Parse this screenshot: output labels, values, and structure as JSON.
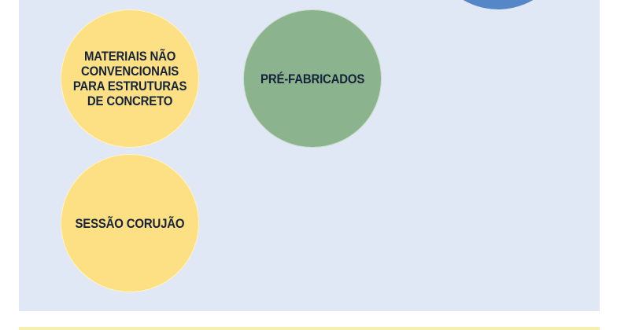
{
  "topics": [
    {
      "label": "MATERIAIS NÃO\nCONVENCIONAIS\nPARA ESTRUTURAS\nDE CONCRETO",
      "color": "#fee084"
    },
    {
      "label": "PRÉ-FABRICADOS",
      "color": "#8bb38d"
    },
    {
      "label": "SESSÃO CORUJÃO",
      "color": "#fee084"
    }
  ],
  "colors": {
    "panel": "#e1e8f5",
    "blue_topic": "#5587c8",
    "strip": "#f6f0b0"
  }
}
